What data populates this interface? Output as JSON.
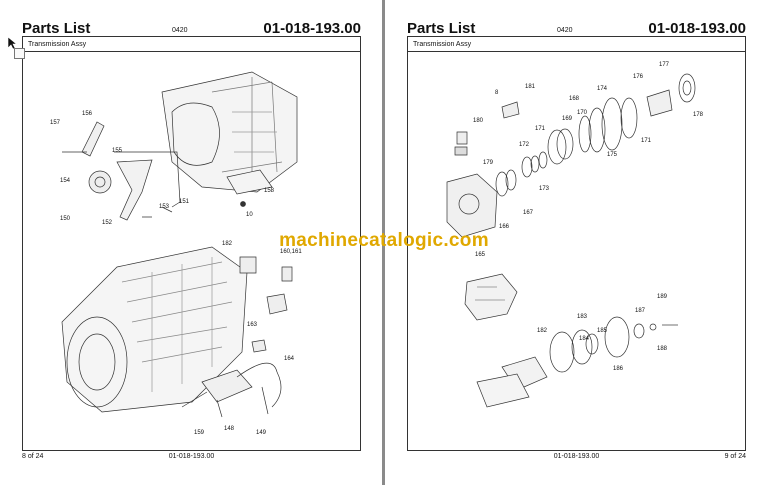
{
  "left_page": {
    "title": "Parts List",
    "code": "0420",
    "part_number": "01-018-193.00",
    "section": "Transmission Assy",
    "callouts": [
      "156",
      "157",
      "155",
      "154",
      "150",
      "152",
      "153",
      "151",
      "158",
      "10",
      "182",
      "160,161",
      "163",
      "164",
      "159",
      "148",
      "149"
    ],
    "footer": {
      "page": "8 of 24",
      "center": "01-018-193.00"
    }
  },
  "right_page": {
    "title": "Parts List",
    "code": "0420",
    "part_number": "01-018-193.00",
    "section": "Transmission Assy",
    "callouts": [
      "8",
      "181",
      "168",
      "176",
      "177",
      "180",
      "169",
      "170",
      "174",
      "179",
      "171",
      "172",
      "175",
      "171",
      "178",
      "173",
      "167",
      "166",
      "165",
      "189",
      "183",
      "187",
      "182",
      "184",
      "185",
      "188",
      "186"
    ],
    "footer": {
      "center": "01-018-193.00",
      "page": "9 of 24"
    }
  },
  "watermark": "machinecatalogic.com"
}
